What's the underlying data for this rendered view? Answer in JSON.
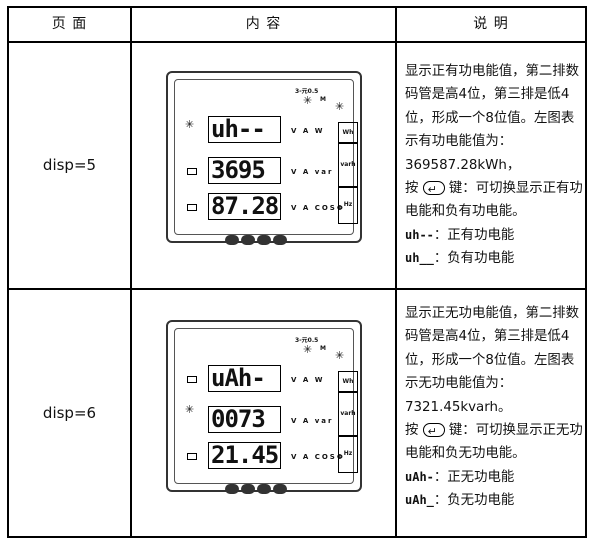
{
  "header": {
    "col_page": "页 面",
    "col_content": "内 容",
    "col_desc": "说 明"
  },
  "rows": [
    {
      "page": "disp=5",
      "meter": {
        "top_label": "3-元0.5",
        "m_label": "M",
        "line1": "uh--",
        "line2": "3695",
        "line3": "87.28",
        "units1": "V A W",
        "units2": "V A var",
        "units3": "V A COSΦ",
        "box1": "Wh",
        "box2": "varh",
        "box3": "Hz"
      },
      "desc": [
        "显示正有功电能值，第二排数码管是高4位，第三排是低4位，形成一个8位值。左图表示有功电能值为：369587.28kWh，",
        "键：可切换显示正有功电能和负有功电能。",
        "：正有功电能",
        "：负有功电能"
      ],
      "desc_key_prefix": "按",
      "codes": [
        "uh--",
        "uh__"
      ]
    },
    {
      "page": "disp=6",
      "meter": {
        "top_label": "3-元0.5",
        "m_label": "M",
        "line1": "uAh-",
        "line2": "0073",
        "line3": "21.45",
        "units1": "V A W",
        "units2": "V A var",
        "units3": "V A COSΦ",
        "box1": "Wh",
        "box2": "varh",
        "box3": "Hz"
      },
      "desc": [
        "显示正无功电能值，第二排数码管是高4位，第三排是低4位，形成一个8位值。左图表示无功电能值为：7321.45kvarh。",
        "键：可切换显示正无功电能和负无功电能。",
        "：正无功电能",
        "：负无功电能"
      ],
      "desc_key_prefix": "按",
      "codes": [
        "uAh-",
        "uAh_"
      ]
    }
  ]
}
